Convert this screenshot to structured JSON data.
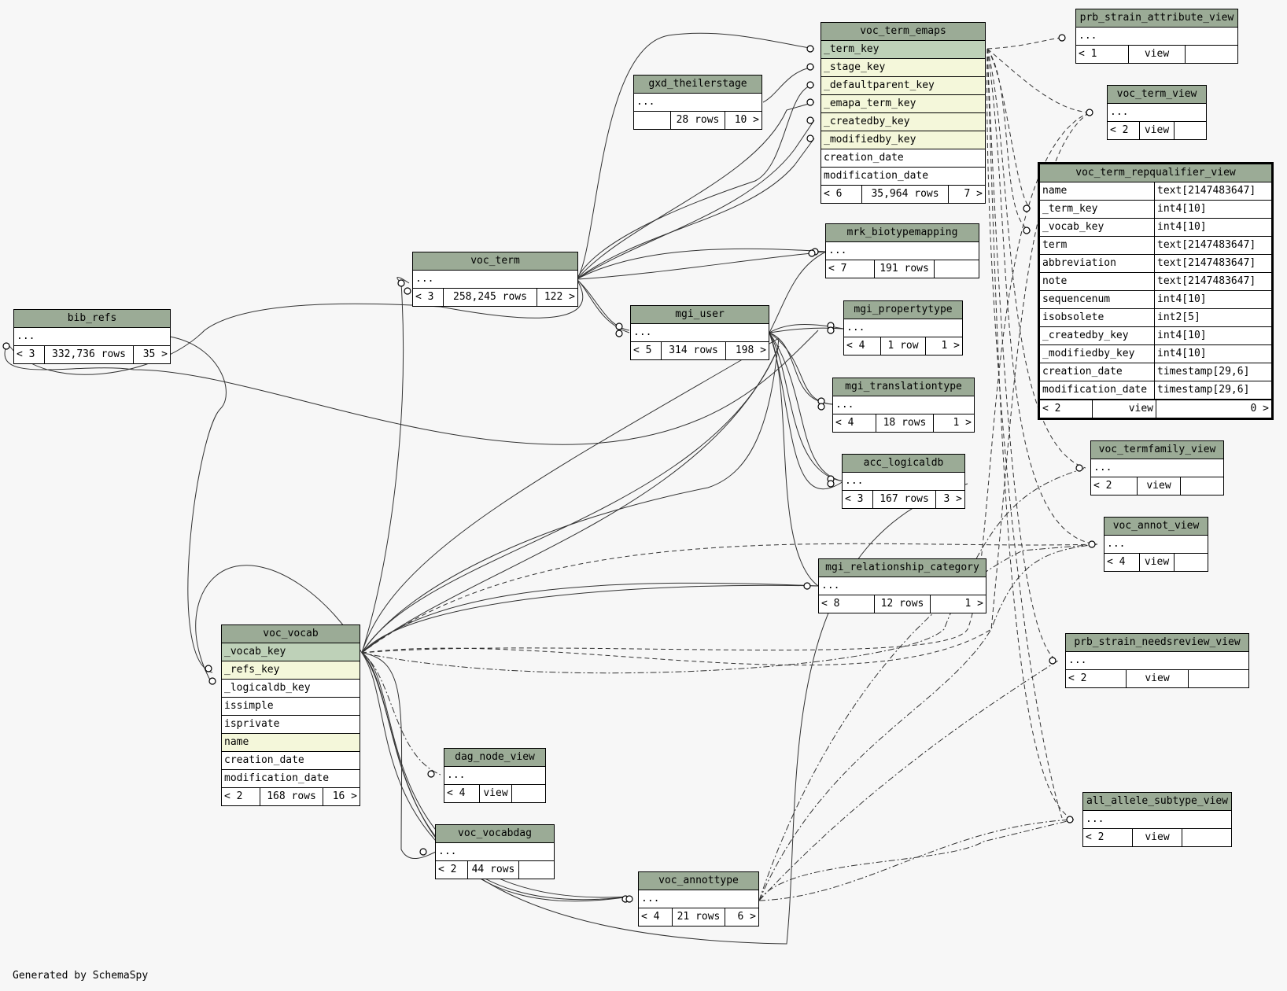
{
  "tables": {
    "voc_term_emaps": {
      "name": "voc_term_emaps",
      "columns": [
        "_term_key",
        "_stage_key",
        "_defaultparent_key",
        "_emapa_term_key",
        "_createdby_key",
        "_modifiedby_key",
        "creation_date",
        "modification_date"
      ],
      "foot": [
        "< 6",
        "35,964 rows",
        "7 >"
      ]
    },
    "prb_strain_attribute_view": {
      "name": "prb_strain_attribute_view",
      "cols": "...",
      "foot": [
        "< 1",
        "view",
        ""
      ]
    },
    "voc_term_view": {
      "name": "voc_term_view",
      "cols": "...",
      "foot": [
        "< 2",
        "view",
        ""
      ]
    },
    "gxd_theilerstage": {
      "name": "gxd_theilerstage",
      "cols": "...",
      "foot": [
        "",
        "28 rows",
        "10 >"
      ]
    },
    "voc_term_repqualifier_view": {
      "name": "voc_term_repqualifier_view",
      "columns": [
        [
          "name",
          "text[2147483647]"
        ],
        [
          "_term_key",
          "int4[10]"
        ],
        [
          "_vocab_key",
          "int4[10]"
        ],
        [
          "term",
          "text[2147483647]"
        ],
        [
          "abbreviation",
          "text[2147483647]"
        ],
        [
          "note",
          "text[2147483647]"
        ],
        [
          "sequencenum",
          "int4[10]"
        ],
        [
          "isobsolete",
          "int2[5]"
        ],
        [
          "_createdby_key",
          "int4[10]"
        ],
        [
          "_modifiedby_key",
          "int4[10]"
        ],
        [
          "creation_date",
          "timestamp[29,6]"
        ],
        [
          "modification_date",
          "timestamp[29,6]"
        ]
      ],
      "foot": [
        "< 2",
        "view",
        "0 >"
      ]
    },
    "mrk_biotypemapping": {
      "name": "mrk_biotypemapping",
      "cols": "...",
      "foot": [
        "< 7",
        "191 rows",
        ""
      ]
    },
    "voc_term": {
      "name": "voc_term",
      "cols": "...",
      "foot": [
        "< 3",
        "258,245 rows",
        "122 >"
      ]
    },
    "bib_refs": {
      "name": "bib_refs",
      "cols": "...",
      "foot": [
        "< 3",
        "332,736 rows",
        "35 >"
      ]
    },
    "mgi_user": {
      "name": "mgi_user",
      "cols": "...",
      "foot": [
        "< 5",
        "314 rows",
        "198 >"
      ]
    },
    "mgi_propertytype": {
      "name": "mgi_propertytype",
      "cols": "...",
      "foot": [
        "< 4",
        "1 row",
        "1 >"
      ]
    },
    "mgi_translationtype": {
      "name": "mgi_translationtype",
      "cols": "...",
      "foot": [
        "< 4",
        "18 rows",
        "1 >"
      ]
    },
    "acc_logicaldb": {
      "name": "acc_logicaldb",
      "cols": "...",
      "foot": [
        "< 3",
        "167 rows",
        "3 >"
      ]
    },
    "voc_termfamily_view": {
      "name": "voc_termfamily_view",
      "cols": "...",
      "foot": [
        "< 2",
        "view",
        ""
      ]
    },
    "voc_annot_view": {
      "name": "voc_annot_view",
      "cols": "...",
      "foot": [
        "< 4",
        "view",
        ""
      ]
    },
    "mgi_relationship_category": {
      "name": "mgi_relationship_category",
      "cols": "...",
      "foot": [
        "< 8",
        "12 rows",
        "1 >"
      ]
    },
    "voc_vocab": {
      "name": "voc_vocab",
      "columns": [
        "_vocab_key",
        "_refs_key",
        "_logicaldb_key",
        "issimple",
        "isprivate",
        "name",
        "creation_date",
        "modification_date"
      ],
      "foot": [
        "< 2",
        "168 rows",
        "16 >"
      ]
    },
    "prb_strain_needsreview_view": {
      "name": "prb_strain_needsreview_view",
      "cols": "...",
      "foot": [
        "< 2",
        "view",
        ""
      ]
    },
    "dag_node_view": {
      "name": "dag_node_view",
      "cols": "...",
      "foot": [
        "< 4",
        "view",
        ""
      ]
    },
    "all_allele_subtype_view": {
      "name": "all_allele_subtype_view",
      "cols": "...",
      "foot": [
        "< 2",
        "view",
        ""
      ]
    },
    "voc_vocabdag": {
      "name": "voc_vocabdag",
      "cols": "...",
      "foot": [
        "< 2",
        "44 rows",
        ""
      ]
    },
    "voc_annottype": {
      "name": "voc_annottype",
      "cols": "...",
      "foot": [
        "< 4",
        "21 rows",
        "6 >"
      ]
    }
  },
  "footer": {
    "generated": "Generated by SchemaSpy"
  },
  "colors": {
    "header": "#9bab96",
    "pk_row": "#bed1b8",
    "fk_row": "#f4f7da",
    "background": "#f7f7f7"
  }
}
